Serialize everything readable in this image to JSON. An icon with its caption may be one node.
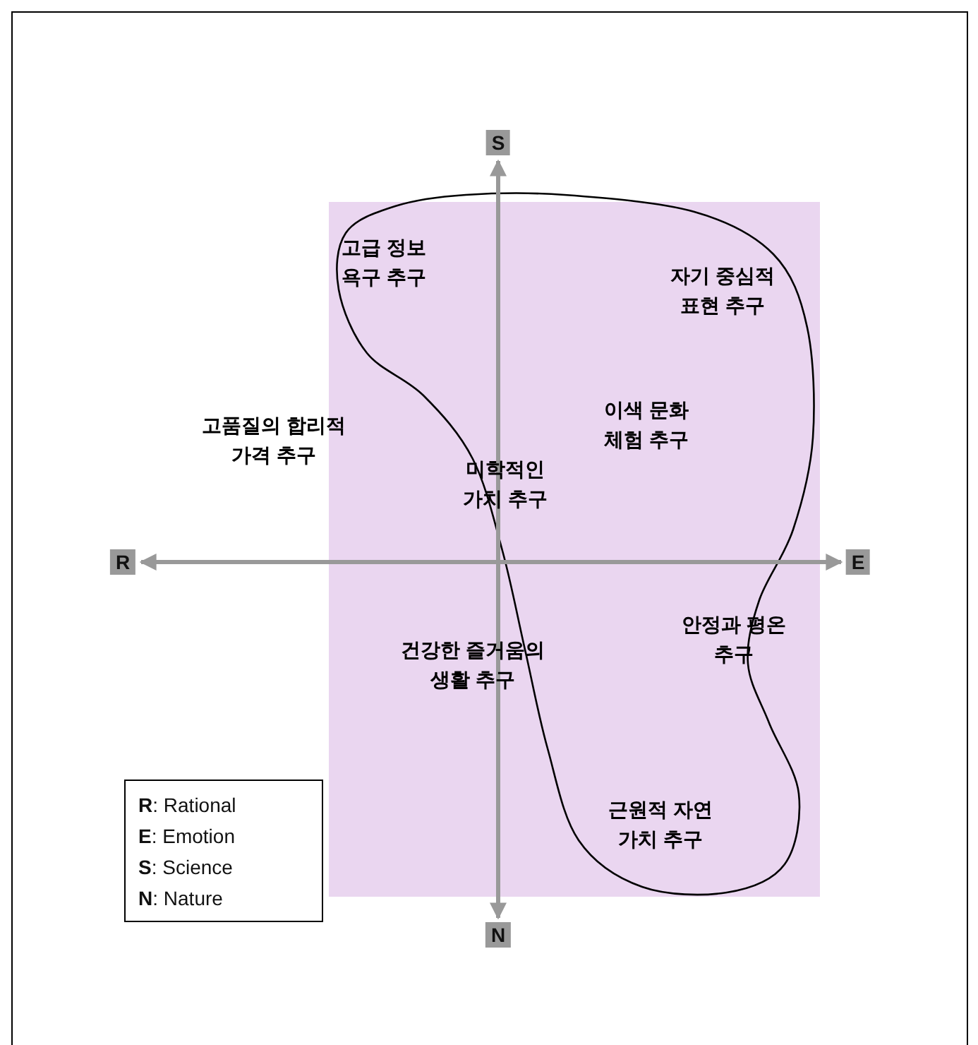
{
  "diagram": {
    "labels": [
      "S",
      "고급 정보 욕구 추구",
      "자기 중심적 표현 추구",
      "고품질의 합리적 가격 추구",
      "이색 문화 체험 추구",
      "미학적인 가치 추구",
      "R",
      "E",
      "안정과 평온 추구",
      "건강한 즐거움의 생활 추구",
      "근원적 자연 가치 추구",
      "N"
    ],
    "legend": [
      {
        "text": "**R**: Rational"
      },
      {
        "text": "**E**: Emotion"
      },
      {
        "text": "**S**: Science"
      },
      {
        "text": "**N**: Nature"
      }
    ]
  }
}
